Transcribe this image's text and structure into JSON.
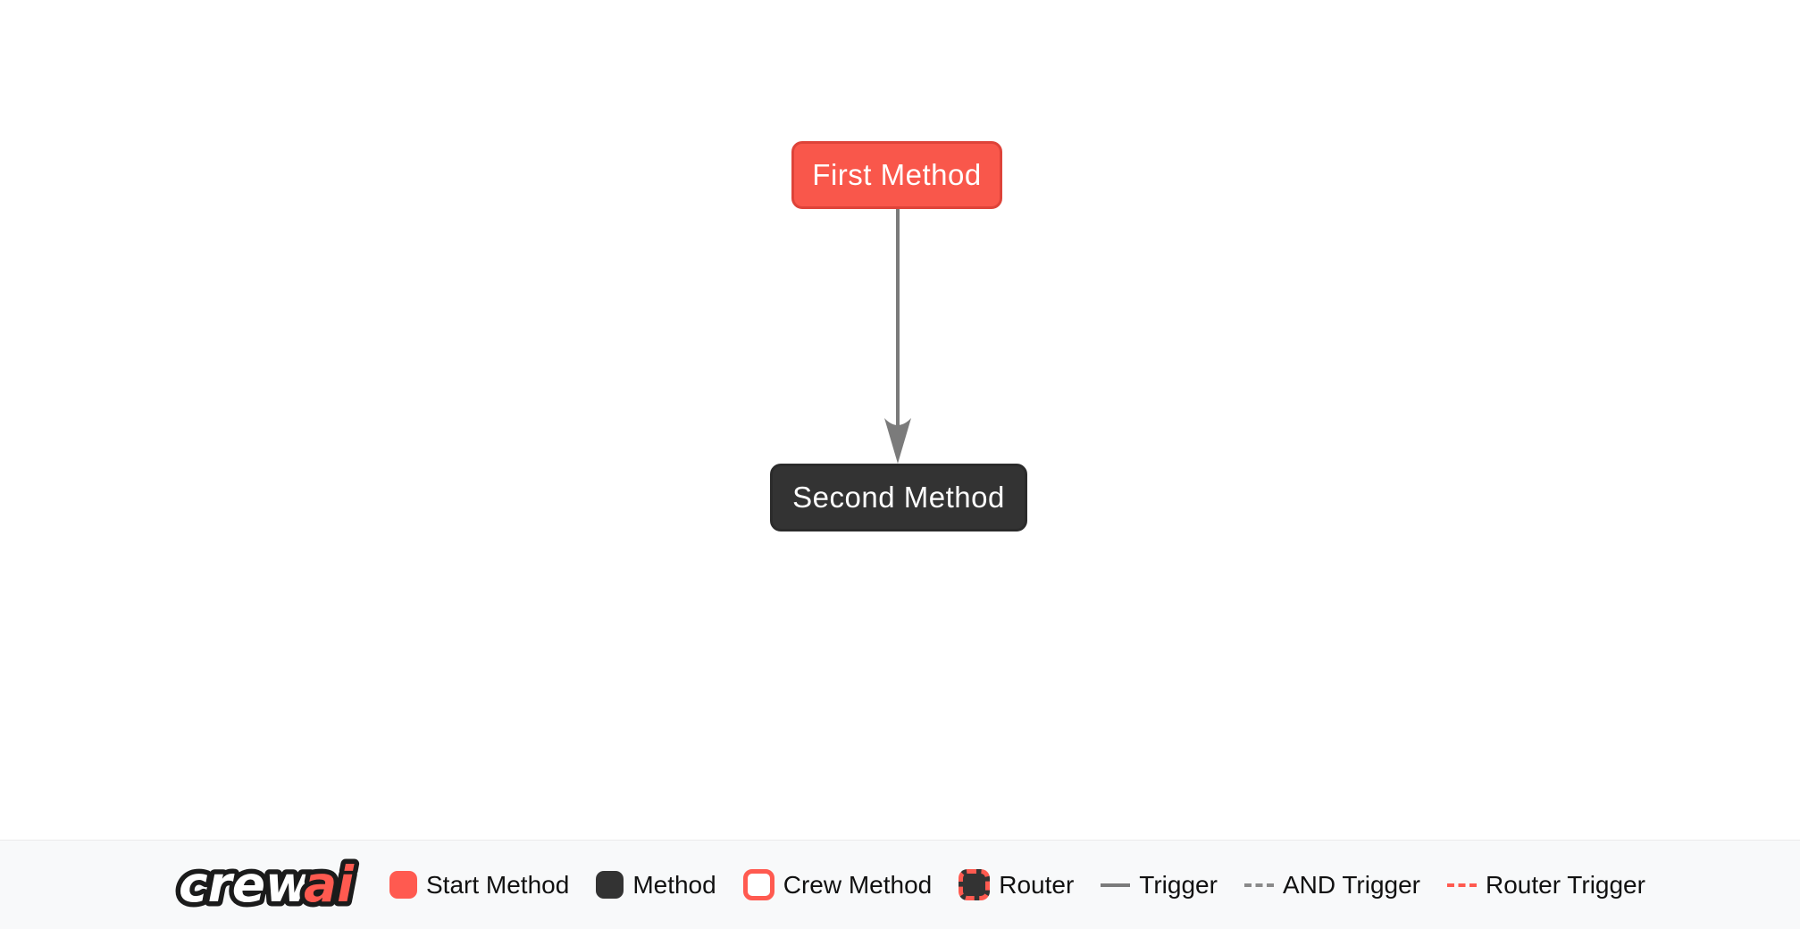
{
  "flow": {
    "nodes": [
      {
        "label": "First Method",
        "type": "start-method",
        "fill": "#F9574B",
        "border": "#DE4339",
        "text_color": "#FFFFFF"
      },
      {
        "label": "Second Method",
        "type": "method",
        "fill": "#333333",
        "border": "#2B2B2B",
        "text_color": "#FFFFFF"
      }
    ],
    "edge": {
      "from": "First Method",
      "to": "Second Method",
      "type": "Trigger",
      "color": "#7B7B7B"
    }
  },
  "logo": {
    "part1": "crew",
    "part2": "ai"
  },
  "legend": {
    "items": [
      {
        "label": "Start Method",
        "swatch": "red-rounded-square"
      },
      {
        "label": "Method",
        "swatch": "dark-rounded-square"
      },
      {
        "label": "Crew Method",
        "swatch": "white-square-red-border"
      },
      {
        "label": "Router",
        "swatch": "dark-square-red-dashed-border"
      },
      {
        "label": "Trigger",
        "swatch": "gray-solid-line"
      },
      {
        "label": "AND Trigger",
        "swatch": "gray-dashed-line"
      },
      {
        "label": "Router Trigger",
        "swatch": "red-dashed-line"
      }
    ]
  },
  "colors": {
    "brand_red": "#FF5A50",
    "start_node_fill": "#F9574B",
    "start_node_border": "#DE4339",
    "method_node_fill": "#333333",
    "edge_gray": "#7B7B7B",
    "legend_background": "#F8F9FA",
    "legend_text": "#111111",
    "canvas_background": "#FFFFFF"
  }
}
